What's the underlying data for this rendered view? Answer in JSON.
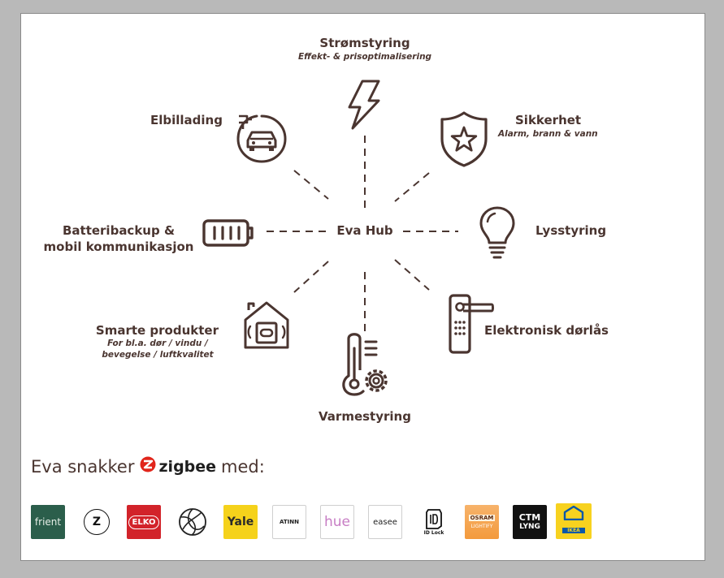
{
  "hub": {
    "label": "Eva Hub"
  },
  "features": {
    "strom": {
      "title": "Strømstyring",
      "subtitle": "Effekt- & prisoptimalisering",
      "icon": "lightning-icon"
    },
    "sikkerhet": {
      "title": "Sikkerhet",
      "subtitle": "Alarm, brann & vann",
      "icon": "shield-star-icon"
    },
    "lys": {
      "title": "Lysstyring",
      "icon": "lightbulb-icon"
    },
    "dorlas": {
      "title": "Elektronisk dørlås",
      "icon": "door-lock-icon"
    },
    "varme": {
      "title": "Varmestyring",
      "icon": "thermometer-gear-icon"
    },
    "smarte": {
      "title": "Smarte produkter",
      "subtitle_line1": "For bl.a. dør / vindu /",
      "subtitle_line2": "bevegelse / luftkvalitet",
      "icon": "smart-home-icon"
    },
    "batteri": {
      "title_line1": "Batteribackup &",
      "title_line2": "mobil kommunikasjon",
      "icon": "battery-icon"
    },
    "elbil": {
      "title": "Elbillading",
      "icon": "ev-charging-icon"
    }
  },
  "footer": {
    "heading_prefix": "Eva snakker",
    "heading_brand": "zigbee",
    "heading_suffix": "med:"
  },
  "logos": [
    {
      "name": "frient",
      "text": "frient"
    },
    {
      "name": "z",
      "text": "Z"
    },
    {
      "name": "elko",
      "text": "ELKO"
    },
    {
      "name": "circle-brand",
      "text": ""
    },
    {
      "name": "yale",
      "text": "Yale"
    },
    {
      "name": "atinn",
      "text": "ATINN"
    },
    {
      "name": "hue",
      "text": "hue"
    },
    {
      "name": "easee",
      "text": "easee"
    },
    {
      "name": "id-lock",
      "text": "ID Lock"
    },
    {
      "name": "osram",
      "text_top": "OSRAM",
      "text_bottom": "LIGHTIFY"
    },
    {
      "name": "ctm-lyng",
      "text_top": "CTM",
      "text_bottom": "LYNG"
    },
    {
      "name": "ikea",
      "text": "IKEA"
    }
  ],
  "colors": {
    "ink": "#4a3530",
    "elko_red": "#d2232a",
    "frient_green": "#2b5e4b",
    "yale_yellow": "#f5d21b",
    "osram_orange": "#f39a3c",
    "ikea_yellow": "#f7d21f",
    "ikea_blue": "#0a58a8",
    "zigbee_red": "#e1251b"
  }
}
